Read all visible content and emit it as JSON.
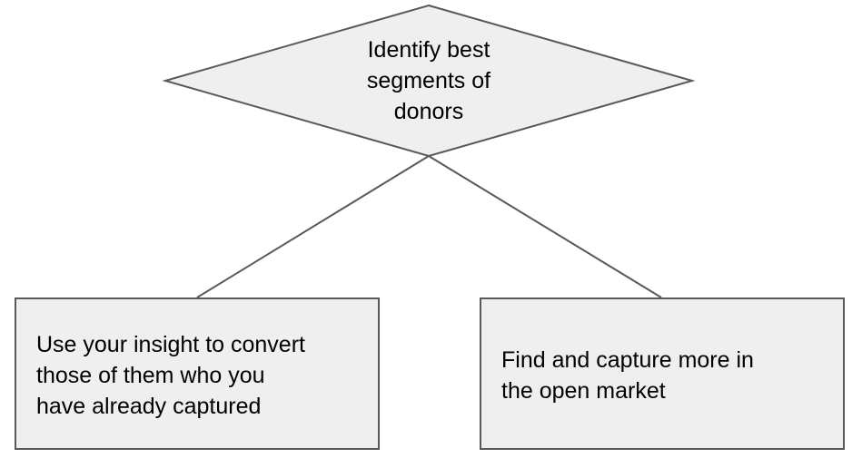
{
  "diagram": {
    "decision": {
      "lines": [
        "Identify best",
        "segments of",
        "donors"
      ]
    },
    "left_box": {
      "lines": [
        "Use your insight to convert",
        "those of them who you",
        "have already captured"
      ]
    },
    "right_box": {
      "lines": [
        "Find and capture more in",
        "the open market"
      ]
    },
    "colors": {
      "shape_fill": "#efefef",
      "shape_stroke": "#595959",
      "text": "#000000"
    }
  }
}
